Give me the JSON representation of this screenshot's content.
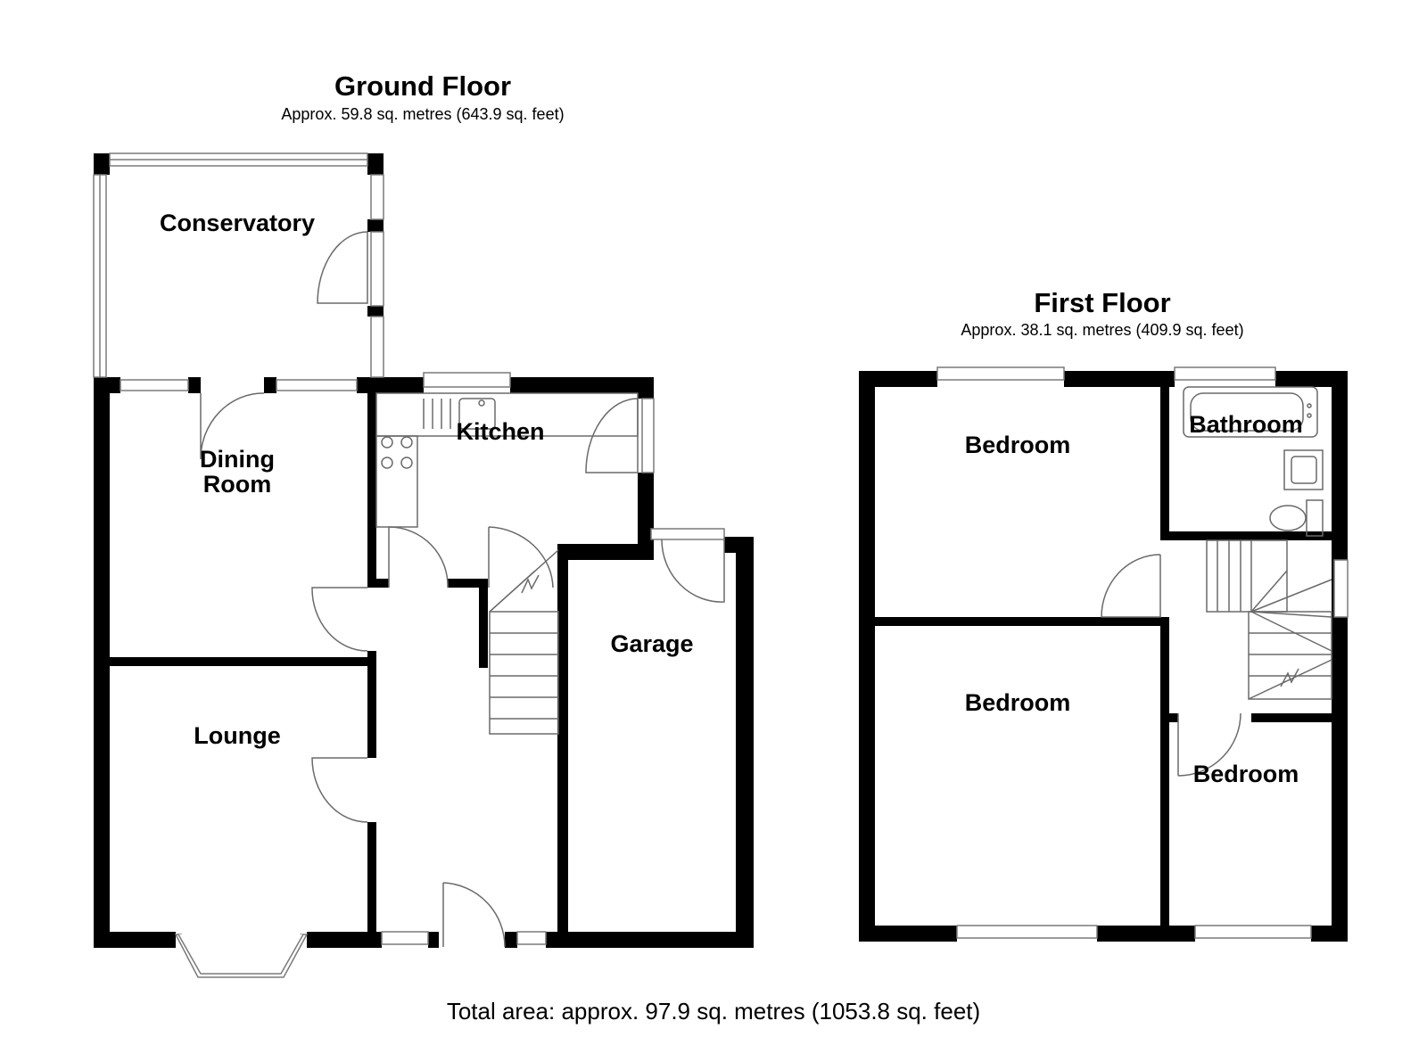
{
  "ground_floor": {
    "title": "Ground Floor",
    "area": "Approx. 59.8 sq. metres (643.9 sq. feet)",
    "rooms": {
      "conservatory": "Conservatory",
      "dining_line1": "Dining",
      "dining_line2": "Room",
      "kitchen": "Kitchen",
      "garage": "Garage",
      "lounge": "Lounge"
    }
  },
  "first_floor": {
    "title": "First Floor",
    "area": "Approx. 38.1 sq. metres (409.9 sq. feet)",
    "rooms": {
      "bedroom_1": "Bedroom",
      "bathroom": "Bathroom",
      "bedroom_2": "Bedroom",
      "bedroom_3": "Bedroom"
    }
  },
  "total_area": "Total area: approx. 97.9 sq. metres (1053.8 sq. feet)"
}
